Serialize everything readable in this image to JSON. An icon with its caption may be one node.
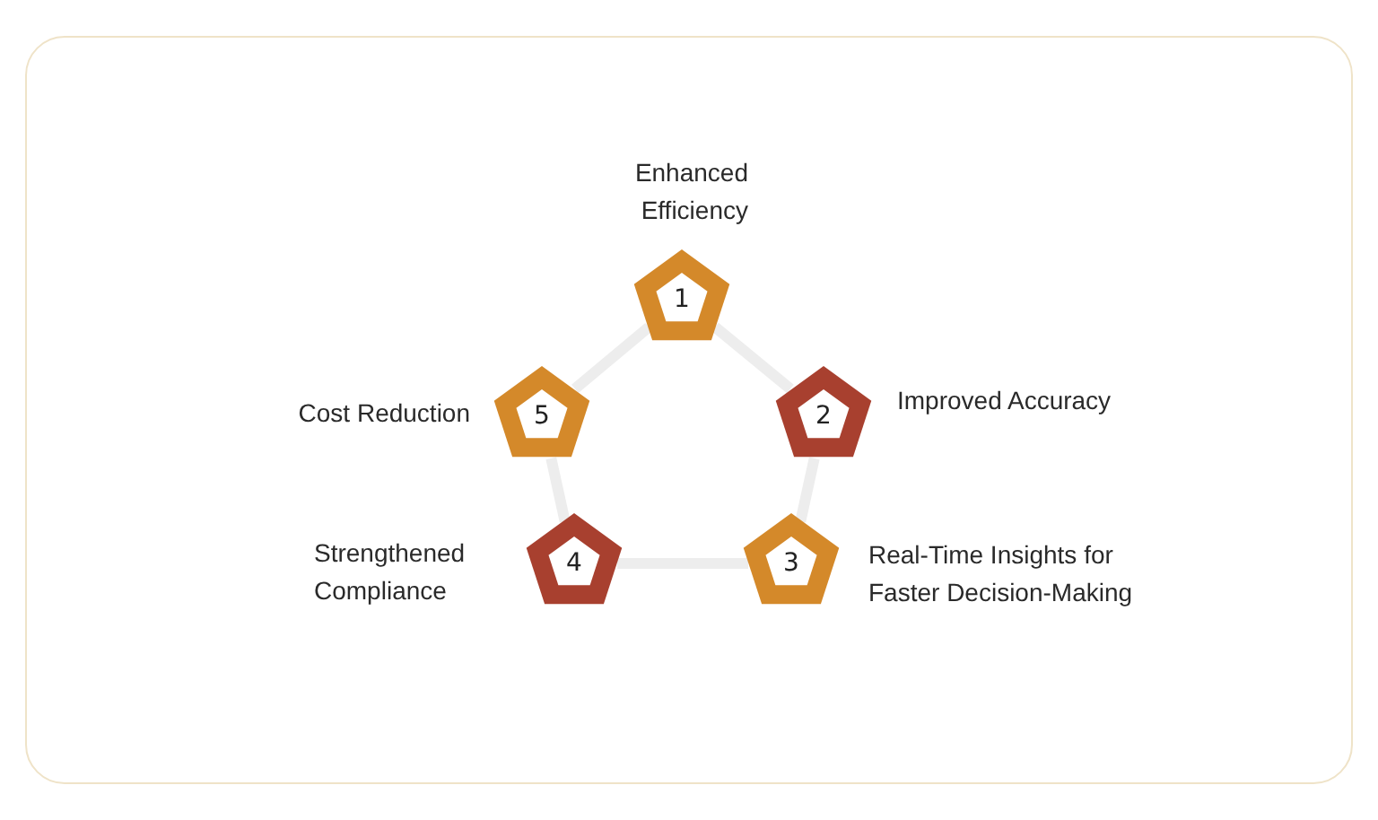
{
  "diagram": {
    "nodes": [
      {
        "text": [
          "1"
        ],
        "beside": [
          "Enhanced Efficiency"
        ]
      },
      {
        "text": [
          "2"
        ],
        "beside": [
          "Improved Accuracy"
        ]
      },
      {
        "text": [
          "3"
        ],
        "beside": [
          "Real-Time Insights for Faster Decision-Making"
        ]
      },
      {
        "text": [
          "4"
        ],
        "beside": [
          "Strengthened Compliance"
        ]
      },
      {
        "text": [
          "5"
        ],
        "beside": [
          "Cost Reduction"
        ]
      }
    ],
    "edges": [
      {
        "from": 0,
        "to": 1,
        "arrow": "none"
      },
      {
        "from": 1,
        "to": 2,
        "arrow": "none"
      },
      {
        "from": 2,
        "to": 3,
        "arrow": "none"
      },
      {
        "from": 3,
        "to": 4,
        "arrow": "none"
      },
      {
        "from": 4,
        "to": 0,
        "arrow": "none"
      }
    ]
  }
}
